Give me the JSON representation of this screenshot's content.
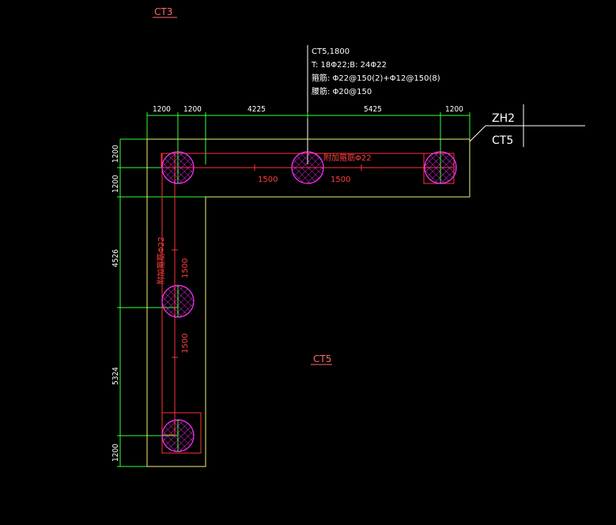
{
  "cap_tags": {
    "top": "CT3",
    "center": "CT5"
  },
  "annotation": {
    "line1": "CT5,1800",
    "line2": "T: 18Φ22;B: 24Φ22",
    "line3": "箍筋: Φ22@150(2)+Φ12@150(8)",
    "line4": "腰筋: Φ20@150"
  },
  "axis_labels": {
    "upper": "ZH2",
    "lower": "CT5"
  },
  "dims_top": [
    "1200",
    "1200",
    "4225",
    "5425",
    "1200"
  ],
  "dims_left": [
    "1200",
    "1200",
    "4526",
    "5324",
    "1200"
  ],
  "rebar_labels": {
    "horizontal": "附加箍筋Φ22",
    "vertical": "附加箍筋Φ22"
  },
  "anchor_lengths": {
    "h_left": "1500",
    "h_right": "1500",
    "v_top": "1500",
    "v_bottom": "1500"
  },
  "colors": {
    "outline": "#f2f07a",
    "dimension": "#33ff33",
    "beam": "#ff3333",
    "pile": "#ff33ff",
    "text": "#ffffff",
    "tag": "#ff6a6a"
  }
}
